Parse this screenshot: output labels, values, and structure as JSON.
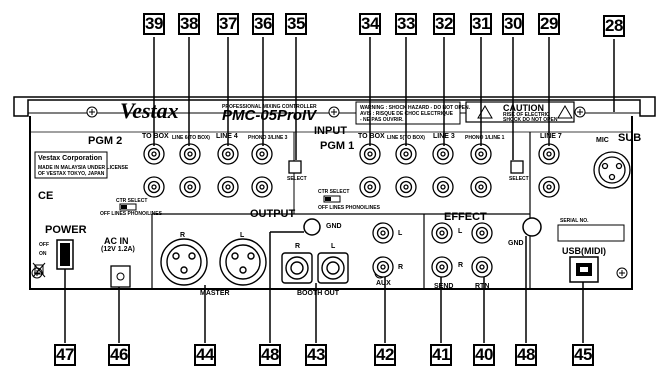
{
  "callouts": {
    "top": [
      "39",
      "38",
      "37",
      "36",
      "35",
      "34",
      "33",
      "32",
      "31",
      "30",
      "29",
      "28"
    ],
    "bottom": [
      "47",
      "46",
      "44",
      "48",
      "43",
      "42",
      "41",
      "40",
      "48",
      "45"
    ]
  },
  "panel": {
    "brand": "Vestax",
    "model": "PMC-05ProIV",
    "product_line": "PROFESSIONAL MIXING CONTROLLER",
    "warning_lines": [
      "WARNING : SHOCK HAZARD - DO NOT OPEN.",
      "AVIS : RISQUE DE CHOC ELECTRIQUE",
      "- NE PAS OUVRIR."
    ],
    "caution": "CAUTION",
    "caution_sub": [
      "RISK OF ELECTRIC",
      "SHOCK DO NOT OPEN"
    ],
    "pgm2": "PGM 2",
    "pgm1": "PGM 1",
    "input": "INPUT",
    "sub": "SUB",
    "mic": "MIC",
    "to_box": "TO BOX",
    "line6": "LINE 6(TO BOX)",
    "line4": "LINE 4",
    "phono3_line3": "PHONO 3/LINE 3",
    "line5": "LINE 5(TO BOX)",
    "line3": "LINE 3",
    "phono1_line1": "PHONO 1/LINE 1",
    "line7": "LINE 7",
    "select": "SELECT",
    "ctr_select": "CTR SELECT",
    "off_lines": "OFF LINES  PHONO/LINES",
    "corp_name": "Vestax Corporation",
    "corp_lines": [
      "MADE IN MALAYSIA UNDER LICENSE",
      "OF VESTAX TOKYO, JAPAN"
    ],
    "ce": "CE",
    "power": "POWER",
    "off": "OFF",
    "on": "ON",
    "ac_in": "AC IN",
    "ac_spec": "(12V 1.2A)",
    "output": "OUTPUT",
    "master": "MASTER",
    "gnd": "GND",
    "booth_out": "BOOTH OUT",
    "aux": "AUX",
    "effect": "EFFECT",
    "send": "SEND",
    "rtn": "RTN",
    "serial": "SERIAL NO.",
    "usb": "USB(MIDI)",
    "L": "L",
    "R": "R"
  },
  "colors": {
    "ink": "#000000",
    "panel": "#ffffff",
    "jack_fill": "#f4f4f4"
  }
}
